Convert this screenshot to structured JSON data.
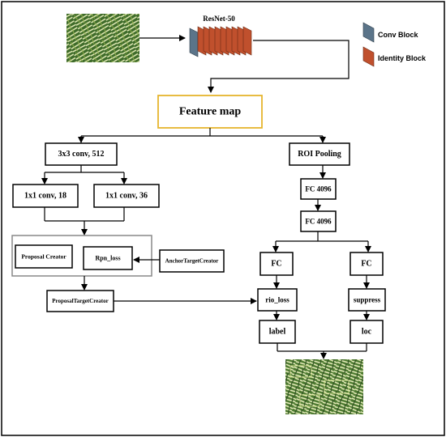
{
  "backbone": {
    "label": "ResNet-50"
  },
  "legend": {
    "conv_block": "Conv Block",
    "identity_block": "Identity Block"
  },
  "nodes": {
    "feature_map": "Feature map",
    "conv3x3": "3x3 conv, 512",
    "conv1x1_18": "1x1 conv, 18",
    "conv1x1_36": "1x1 conv, 36",
    "proposal_creator": "Proposal Creator",
    "rpn_loss": "Rpn_loss",
    "anchor_target_creator": "AnchorTargetCreator",
    "proposal_target_creator": "ProposalTargetCreator",
    "roi_pooling": "ROI Pooling",
    "fc4096_a": "FC 4096",
    "fc4096_b": "FC 4096",
    "fc_left": "FC",
    "fc_right": "FC",
    "rio_loss": "rio_loss",
    "suppress": "suppress",
    "label": "label",
    "loc": "loc"
  },
  "colors": {
    "conv_block": "#5b7489",
    "identity_block": "#c0502d",
    "feature_map_border": "#e6b52e",
    "group_border": "#888888",
    "image_green": "#3e6b2a",
    "image_light": "#e4ecb8"
  },
  "icons": {
    "input_image": "wheat-field-image",
    "output_image": "wheat-field-image-with-detections"
  }
}
